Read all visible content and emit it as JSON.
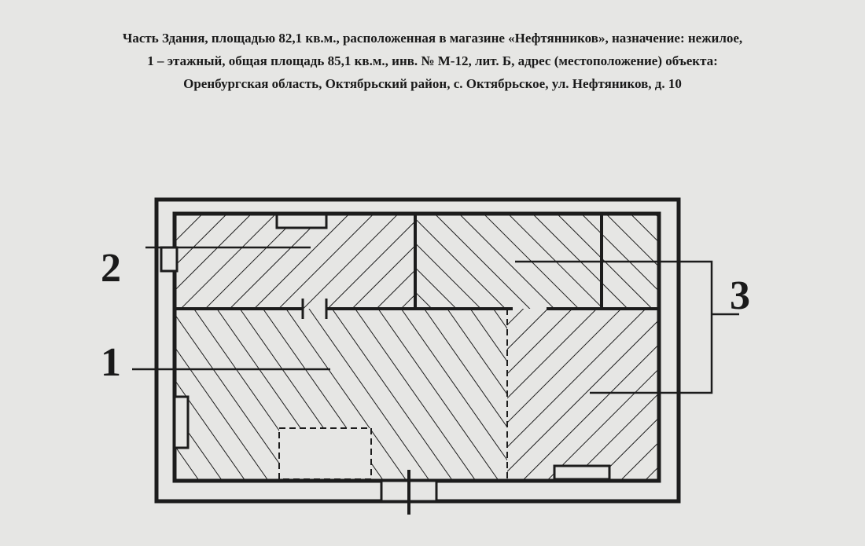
{
  "caption": {
    "line1": "Часть Здания, площадью 82,1 кв.м., расположенная в магазине «Нефтянников», назначение: нежилое,",
    "line2": "1 – этажный, общая площадь 85,1 кв.м., инв. № М-12, лит. Б, адрес (местоположение) объекта:",
    "line3": "Оренбургская область, Октябрьский район, с. Октябрьское, ул. Нефтяников, д. 10"
  },
  "plan": {
    "labels": {
      "part1": "1",
      "part2": "2",
      "part3": "3"
    },
    "ink_color": "#1c1c1c",
    "paper_color": "#e6e6e4"
  }
}
